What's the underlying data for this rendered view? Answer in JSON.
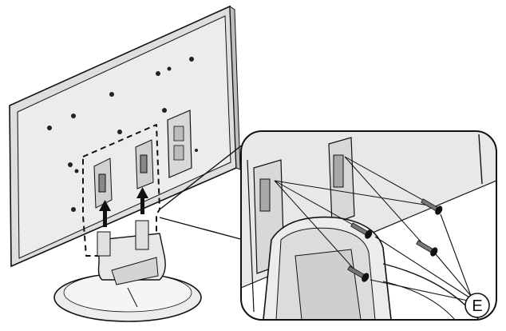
{
  "diagram": {
    "callout": {
      "label": "E",
      "meaning": "screws"
    },
    "parts": {
      "tv_panel": "tv-panel-rear",
      "stand": "pedestal-stand",
      "screws_count": 4
    },
    "colors": {
      "panel_fill": "#e6e6e6",
      "stroke": "#111111",
      "background": "#ffffff",
      "detail_fill": "#f3f3f3"
    }
  }
}
